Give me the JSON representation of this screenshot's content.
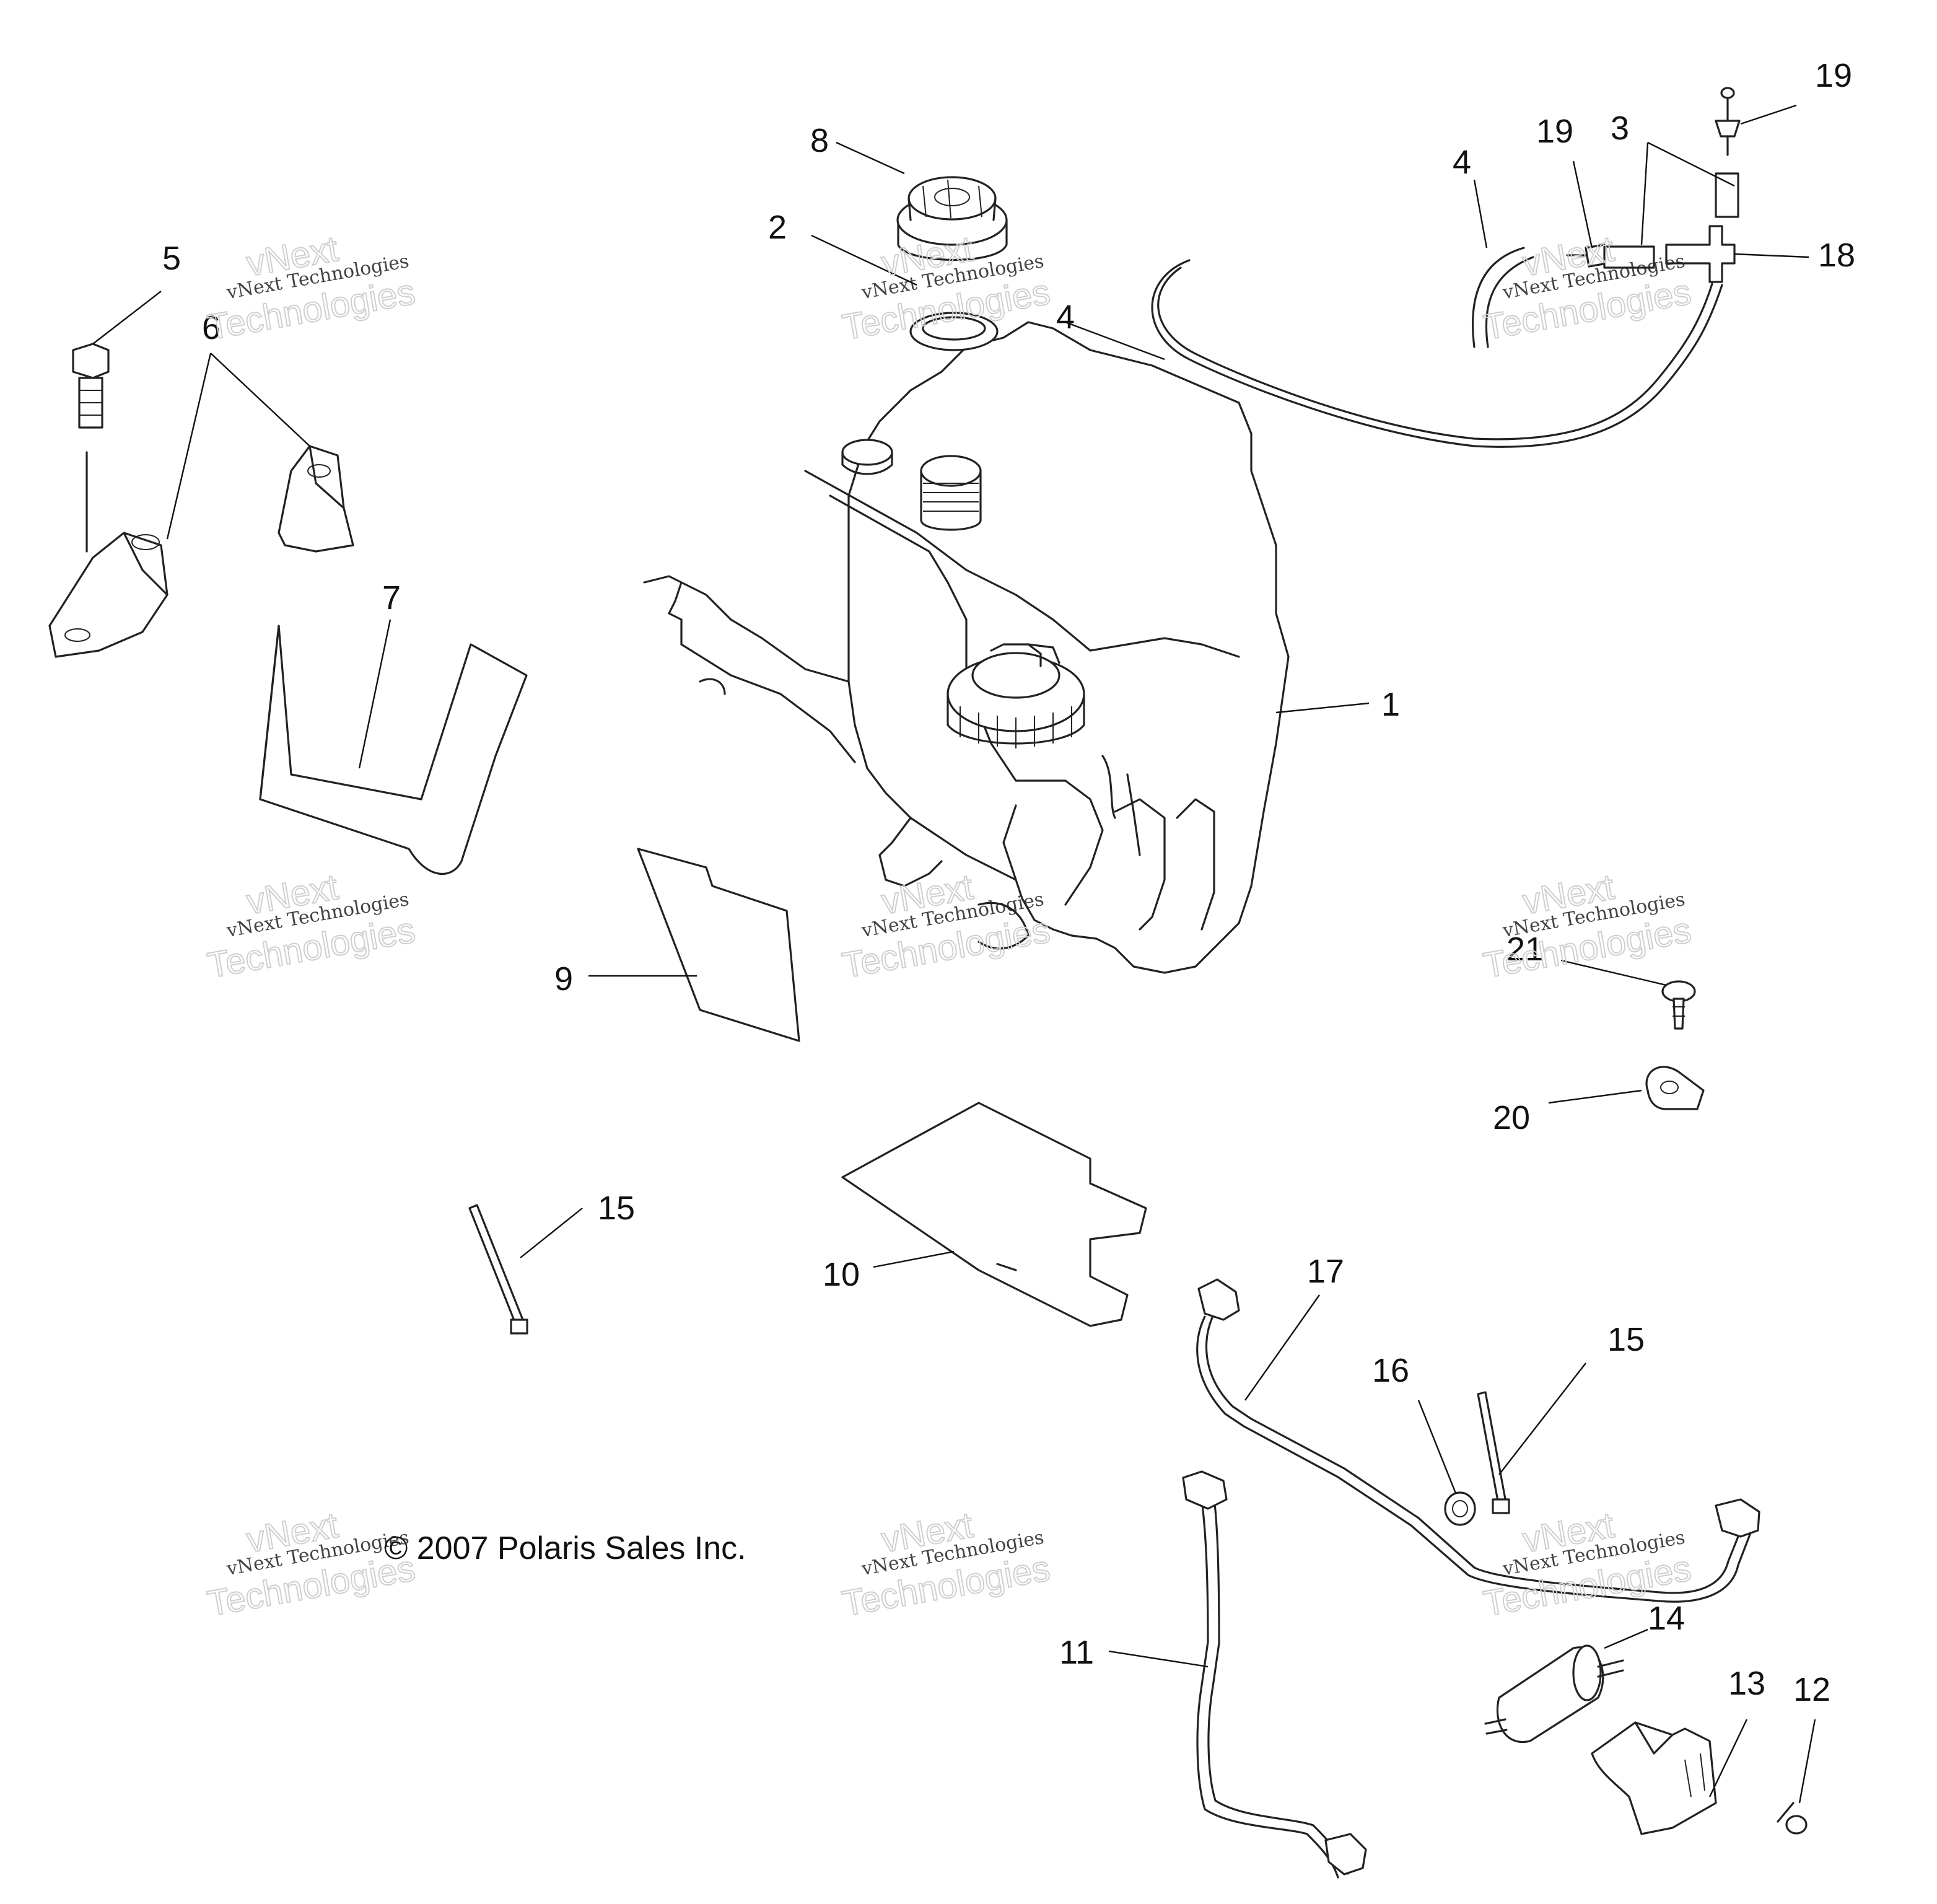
{
  "diagram": {
    "callouts": [
      "1",
      "2",
      "3",
      "4",
      "4",
      "5",
      "6",
      "7",
      "8",
      "9",
      "10",
      "11",
      "12",
      "13",
      "14",
      "15",
      "15",
      "16",
      "17",
      "18",
      "19",
      "19",
      "20",
      "21"
    ],
    "copyright": "© 2007 Polaris Sales Inc.",
    "watermark": {
      "line1": "vNext Technologies",
      "big1": "vNext",
      "big2": "Technologies"
    }
  }
}
